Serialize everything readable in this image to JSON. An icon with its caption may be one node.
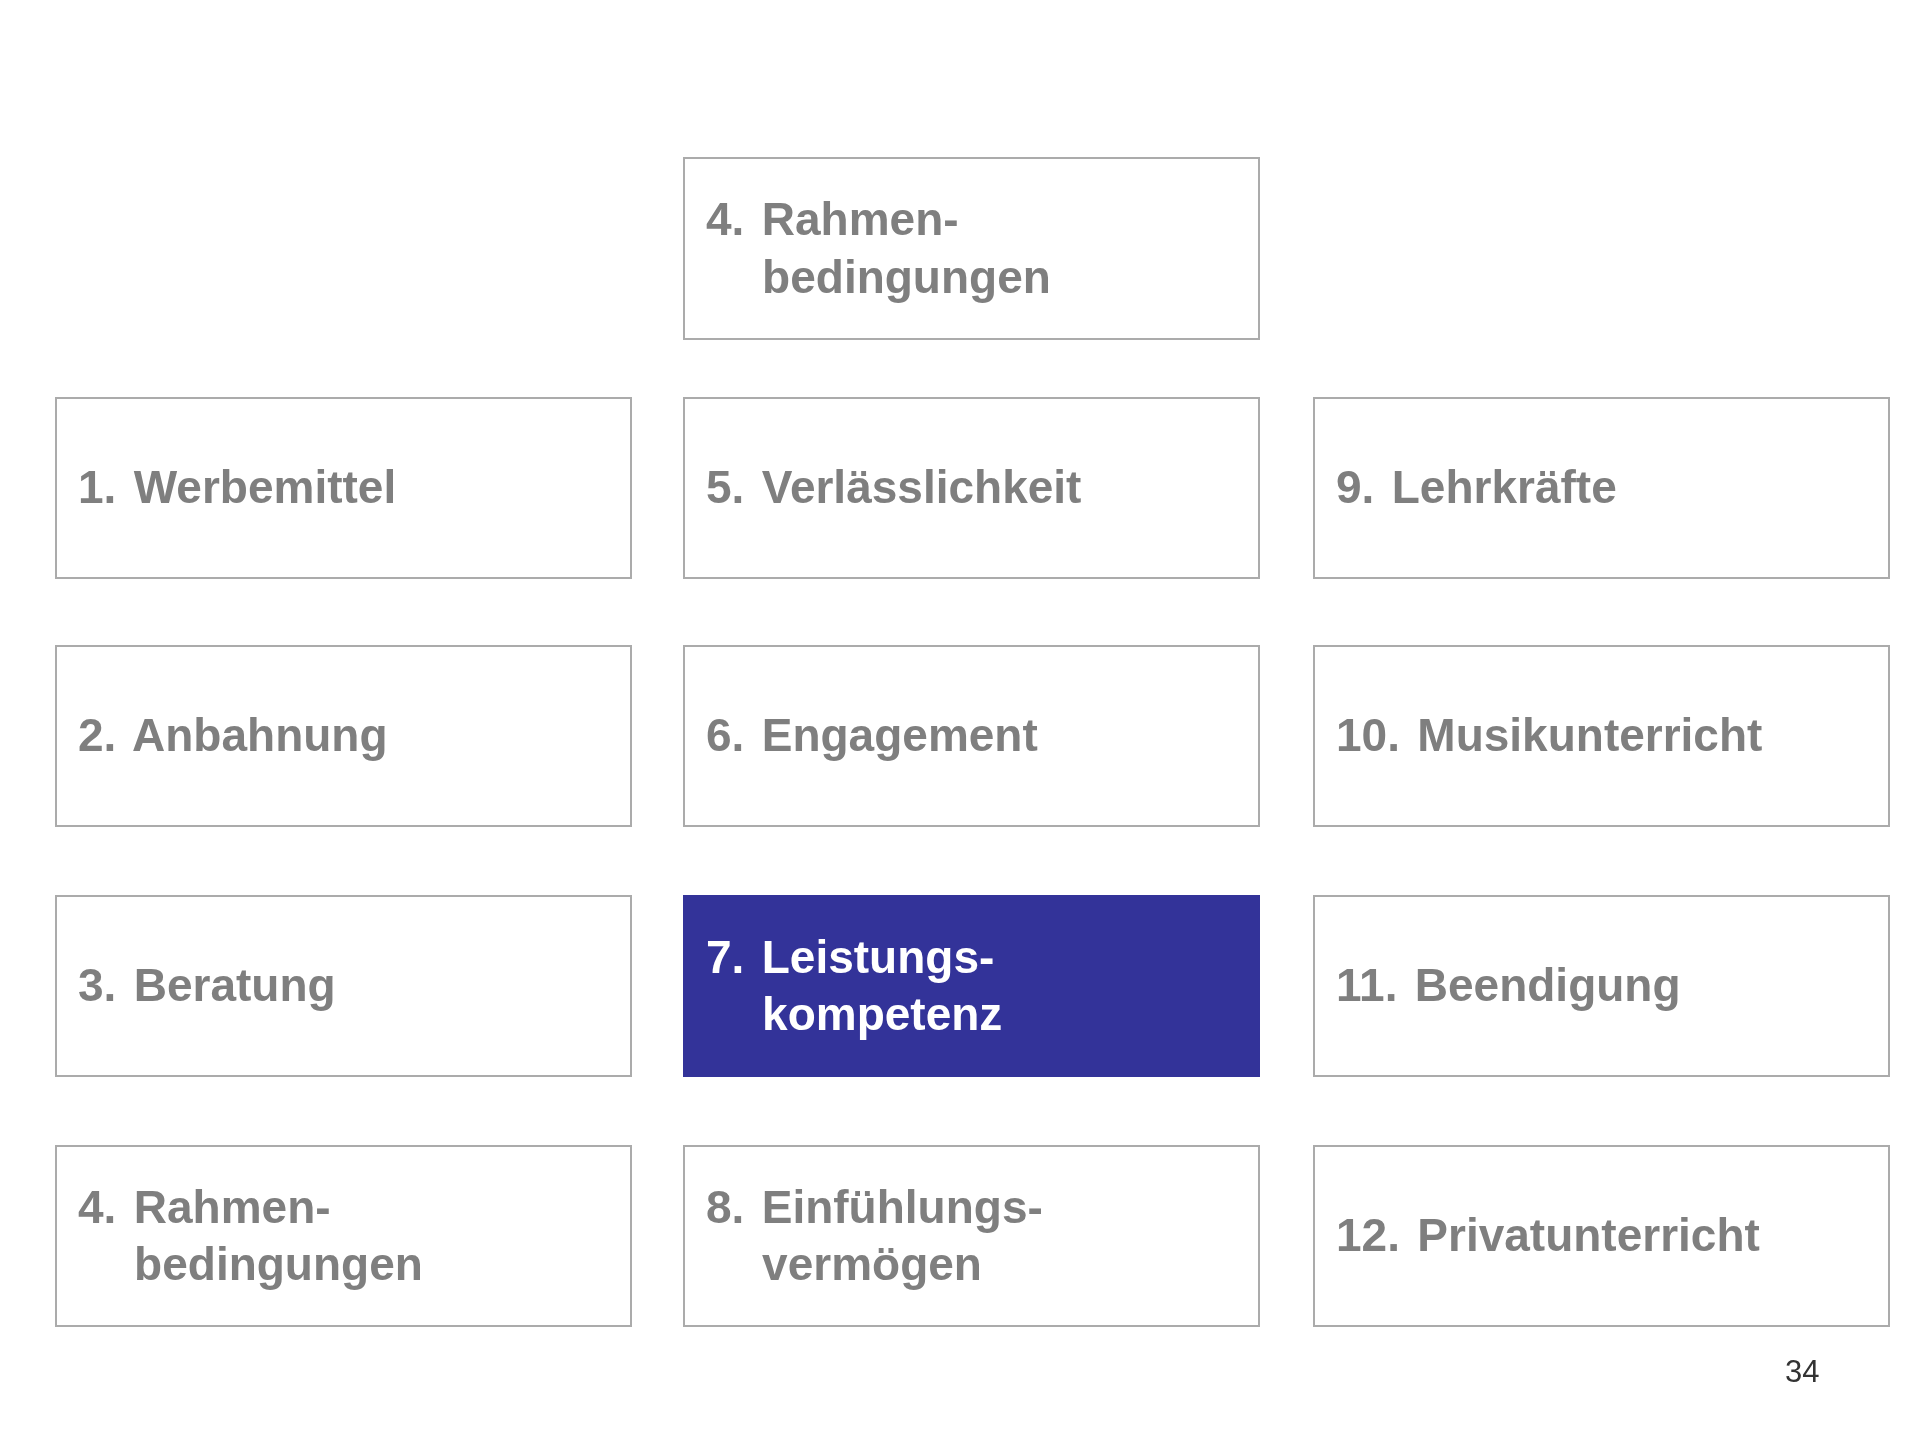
{
  "diagram": {
    "nodes": [
      {
        "text": [
          "4. Rahmen- bedingungen"
        ]
      },
      {
        "text": [
          "1. Werbemittel"
        ]
      },
      {
        "text": [
          "5. Verlässlichkeit"
        ]
      },
      {
        "text": [
          "9. Lehrkräfte"
        ]
      },
      {
        "text": [
          "2. Anbahnung"
        ]
      },
      {
        "text": [
          "6. Engagement"
        ]
      },
      {
        "text": [
          "10. Musikunterricht"
        ]
      },
      {
        "text": [
          "3. Beratung"
        ]
      },
      {
        "text": [
          "7. Leistungs- kompetenz"
        ]
      },
      {
        "text": [
          "11. Beendigung"
        ]
      },
      {
        "text": [
          "4. Rahmen- bedingungen"
        ]
      },
      {
        "text": [
          "8. Einfühlungs- vermögen"
        ]
      },
      {
        "text": [
          "12. Privatunterricht"
        ]
      }
    ],
    "labels": [
      "34"
    ]
  }
}
